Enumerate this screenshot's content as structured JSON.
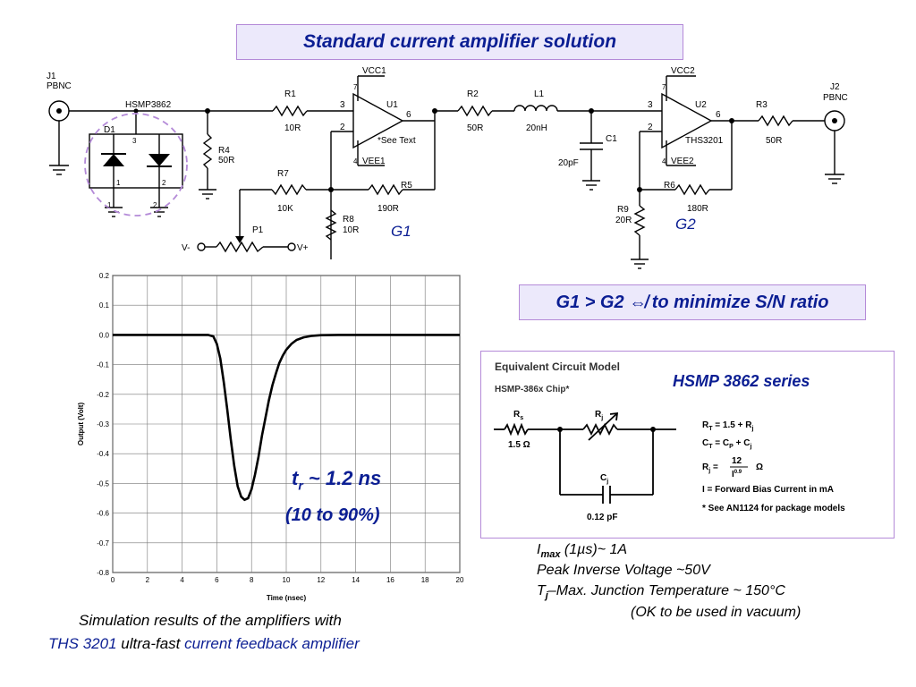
{
  "title": "Standard  current  amplifier  solution",
  "ratio": "G1 > G2 ⇎  to minimize S/N ratio",
  "hsmp_series": "HSMP 3862 series",
  "schematic": {
    "j1": "J1",
    "j1_type": "PBNC",
    "j2": "J2",
    "j2_type": "PBNC",
    "hsmp": "HSMP3862",
    "d1": "D1",
    "r1": "R1",
    "r1_val": "10R",
    "r2": "R2",
    "r2_val": "50R",
    "r3": "R3",
    "r3_val": "50R",
    "r4": "R4",
    "r4_val": "50R",
    "r5": "R5",
    "r5_val": "190R",
    "r6": "R6",
    "r6_val": "180R",
    "r7": "R7",
    "r7_val": "10K",
    "r8": "R8",
    "r8_val": "10R",
    "r9": "R9",
    "r9_val": "20R",
    "l1": "L1",
    "l1_val": "20nH",
    "c1": "C1",
    "c1_val": "20pF",
    "u1": "U1",
    "u1_note": "*See Text",
    "u2": "U2",
    "u2_part": "THS3201",
    "vcc1": "VCC1",
    "vee1": "VEE1",
    "vcc2": "VCC2",
    "vee2": "VEE2",
    "p1": "P1",
    "vminus": "V-",
    "vplus": "V+",
    "g1": "G1",
    "g2": "G2"
  },
  "equiv": {
    "title": "Equivalent Circuit Model",
    "subtitle": "HSMP-386x Chip*",
    "rs": "R",
    "rs_sub": "s",
    "rs_val": "1.5 Ω",
    "rj": "R",
    "rj_sub": "j",
    "cj": "C",
    "cj_sub": "j",
    "cj_val": "0.12 pF",
    "eq1": "R",
    "eq1_sub": "T",
    "eq1_rest": " = 1.5 + R",
    "eq1_sub2": "j",
    "eq2": "C",
    "eq2_sub": "T",
    "eq2_rest": " = C",
    "eq2_sub2": "P",
    "eq2_rest2": " + C",
    "eq2_sub3": "j",
    "eq3": "R",
    "eq3_sub": "j",
    "eq3_eq": " = ",
    "eq3_num": "12",
    "eq3_den": "I",
    "eq3_exp": "0.9",
    "eq3_unit": "Ω",
    "eq4": "I = Forward Bias Current in mA",
    "eq5": "* See AN1124 for package models"
  },
  "specs": {
    "imax_pre": "I",
    "imax_sub": "max",
    "imax_rest": " (1µs)~ 1A",
    "piv": "Peak Inverse Voltage ~50V",
    "tj_pre": "T",
    "tj_sub": "j",
    "tj_rest": "–Max. Junction Temperature ~ 150°C",
    "vacuum": "(OK to be used in vacuum)"
  },
  "annotation": {
    "tr": "t",
    "tr_sub": "r",
    "tr_rest": " ~ 1.2 ns",
    "range": "(10 to 90%)"
  },
  "caption": {
    "line1": "Simulation results of the amplifiers with",
    "line2_a": "THS 3201",
    "line2_b": " ultra-fast ",
    "line2_c": "current feedback amplifier"
  },
  "chart_data": {
    "type": "line",
    "title": "",
    "xlabel": "Time (nsec)",
    "ylabel": "Output (Volt)",
    "xlim": [
      0,
      20
    ],
    "ylim": [
      -0.8,
      0.2
    ],
    "xticks": [
      "0",
      "2",
      "4",
      "6",
      "8",
      "10",
      "12",
      "14",
      "16",
      "18",
      "20"
    ],
    "yticks": [
      "0.2",
      "0.1",
      "0.0",
      "-0.1",
      "-0.2",
      "-0.3",
      "-0.4",
      "-0.5",
      "-0.6",
      "-0.7",
      "-0.8"
    ],
    "grid": true,
    "series": [
      {
        "x": [
          0,
          5.5,
          5.8,
          6.0,
          6.2,
          6.4,
          6.6,
          6.8,
          7.0,
          7.2,
          7.4,
          7.6,
          7.8,
          8.0,
          8.2,
          8.4,
          8.6,
          8.8,
          9.0,
          9.2,
          9.4,
          9.6,
          9.8,
          10.0,
          10.3,
          10.6,
          11.0,
          11.5,
          12.0,
          13.0,
          20
        ],
        "y": [
          0,
          0,
          -0.005,
          -0.03,
          -0.08,
          -0.16,
          -0.25,
          -0.35,
          -0.44,
          -0.51,
          -0.545,
          -0.555,
          -0.55,
          -0.52,
          -0.47,
          -0.41,
          -0.34,
          -0.28,
          -0.22,
          -0.17,
          -0.13,
          -0.095,
          -0.07,
          -0.05,
          -0.03,
          -0.017,
          -0.008,
          -0.003,
          -0.001,
          0,
          0
        ]
      }
    ]
  }
}
